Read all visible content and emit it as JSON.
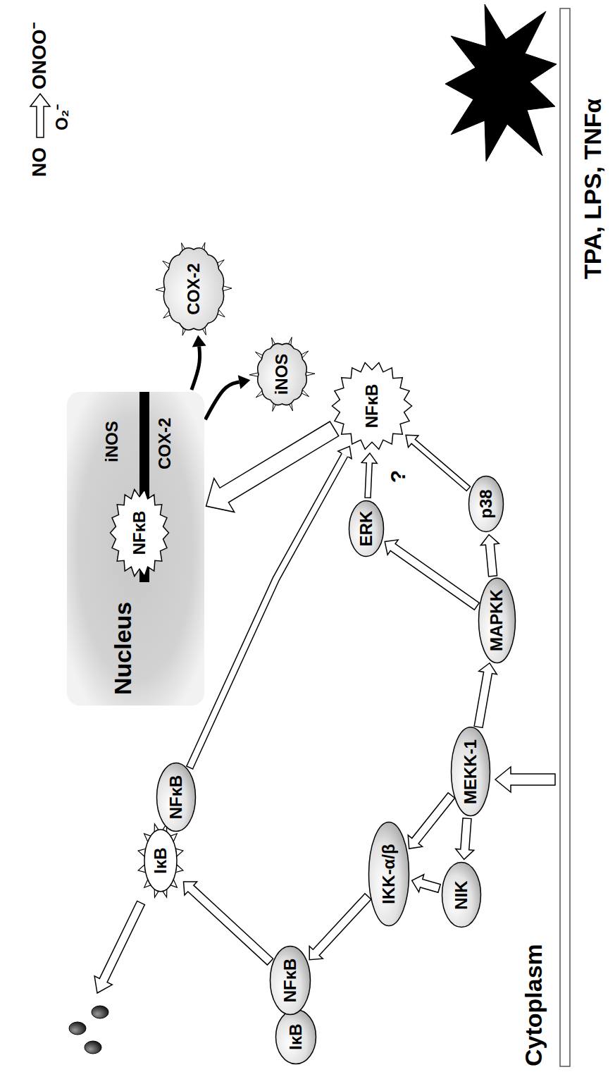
{
  "diagram": {
    "title": "TPA, LPS, TNFα",
    "nodes": [
      {
        "text": [
          "NIK"
        ]
      },
      {
        "text": [
          "MEKK-1"
        ]
      },
      {
        "text": [
          "IKK-α/β"
        ]
      },
      {
        "text": [
          "MAPKK"
        ]
      },
      {
        "text": [
          "p38"
        ]
      },
      {
        "text": [
          "ERK"
        ]
      },
      {
        "text": [
          "IκB"
        ]
      },
      {
        "text": [
          "NFκB"
        ]
      },
      {
        "text": [
          "IκB"
        ]
      },
      {
        "text": [
          "NFκB"
        ]
      },
      {
        "text": [
          "NFκB"
        ]
      },
      {
        "text": [
          "Nucleus",
          "COX-2",
          "iNOS"
        ]
      },
      {
        "text": [
          "NFκB"
        ],
        "in": 11
      },
      {
        "text": [
          "COX-2"
        ]
      },
      {
        "text": [
          "iNOS"
        ]
      }
    ],
    "edges": [
      {
        "from": 1,
        "to": 0,
        "arrow": "to"
      },
      {
        "from": 0,
        "to": 2,
        "arrow": "to"
      },
      {
        "from": 1,
        "to": 2,
        "arrow": "to"
      },
      {
        "from": 1,
        "to": 3,
        "arrow": "to"
      },
      {
        "from": 3,
        "to": 4,
        "arrow": "to"
      },
      {
        "from": 3,
        "to": 5,
        "arrow": "to"
      },
      {
        "from": 2,
        "to": 7,
        "arrow": "to"
      },
      {
        "from": 7,
        "to": 8,
        "arrow": "to"
      },
      {
        "from": 9,
        "to": 10,
        "arrow": "to"
      },
      {
        "from": 5,
        "to": 10,
        "arrow": "to"
      },
      {
        "from": 4,
        "to": 10,
        "arrow": "to"
      },
      {
        "from": 10,
        "to": 11,
        "arrow": "to"
      },
      {
        "from": 11,
        "to": 13,
        "arrow": "to"
      },
      {
        "from": 11,
        "to": 14,
        "arrow": "to"
      }
    ],
    "labels": [
      "Cytoplasm",
      "?",
      "NO",
      "ONOO⁻",
      "O₂⁻"
    ]
  }
}
